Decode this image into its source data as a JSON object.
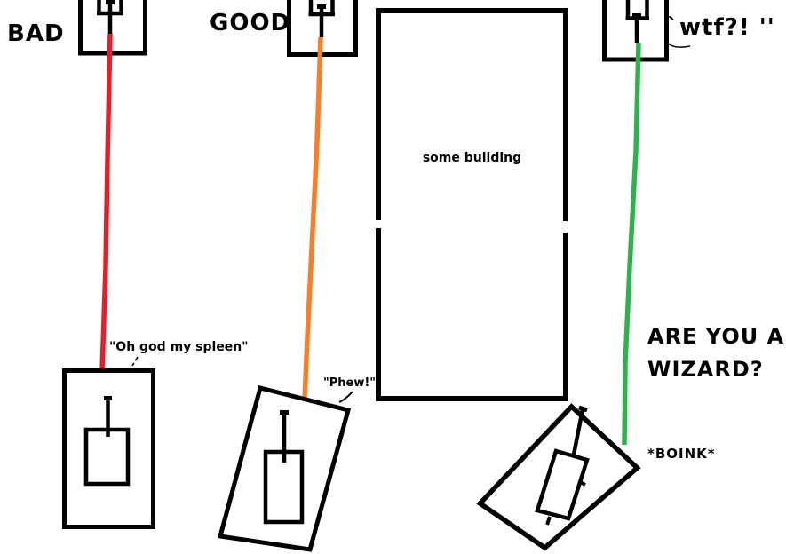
{
  "colors": {
    "ink": "#000000",
    "background": "#FFFFFF",
    "bad_rope": "#ED1C24",
    "good_rope": "#FB7E26",
    "wizard_rope": "#2EB24C"
  },
  "building": {
    "label": "some building"
  },
  "scenes": {
    "bad": {
      "label": "BAD",
      "caption": "\"Oh god my spleen\"",
      "rope_color": "#ED1C24"
    },
    "good": {
      "label": "GOOD",
      "caption": "\"Phew!\"",
      "rope_color": "#FB7E26"
    },
    "wizard": {
      "label": "`wtf?! ''",
      "caption_line1": "ARE YOU A",
      "caption_line2": "WIZARD?",
      "sfx": "*BOINK*",
      "rope_color": "#2EB24C"
    }
  }
}
